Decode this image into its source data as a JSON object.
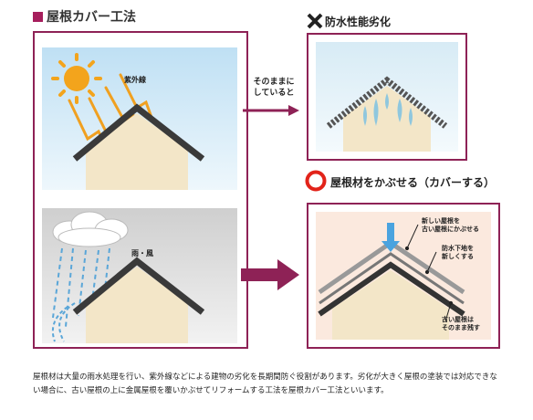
{
  "title": "屋根カバー工法",
  "left_top": {
    "uv_label": "紫外線"
  },
  "left_bottom": {
    "rain_label": "雨・風"
  },
  "middle_text": [
    "そのままに",
    "していると"
  ],
  "right_top": {
    "heading": "防水性能劣化"
  },
  "right_bottom": {
    "heading": "屋根材をかぶせる（カバーする）",
    "notes": {
      "new_roof": [
        "新しい屋根を",
        "古い屋根にかぶせる"
      ],
      "underlayment": [
        "防水下地を",
        "新しくする"
      ],
      "old_roof": [
        "古い屋根は",
        "そのまま残す"
      ]
    }
  },
  "caption": "屋根材は大量の雨水処理を行い、紫外線などによる建物の劣化を長期間防ぐ役割があります。劣化が大きく屋根の塗装では対応できない場合に、古い屋根の上に金属屋根を覆いかぶせてリフォームする工法を屋根カバー工法といいます。",
  "colors": {
    "accent": "#8e2256",
    "roof": "#3a3a3a",
    "wall": "#f3e6c8",
    "sky": "#d9ecf6",
    "cover_bg": "#fbe9de"
  }
}
